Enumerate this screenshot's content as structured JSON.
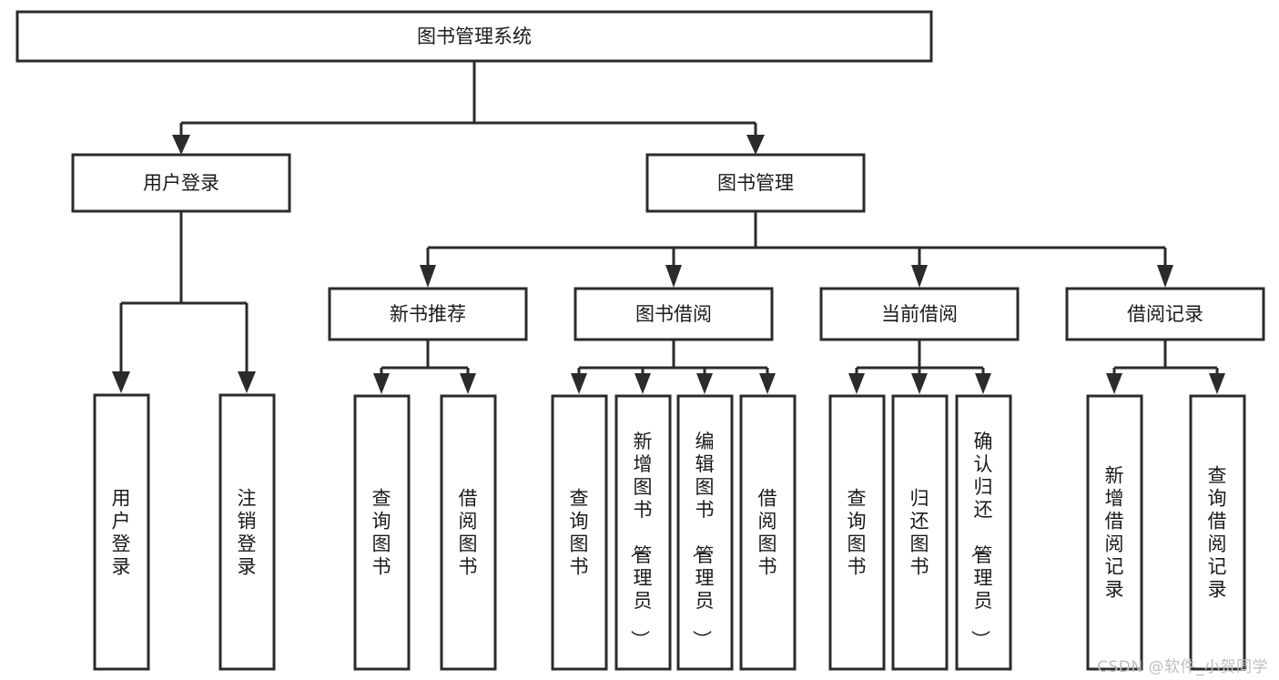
{
  "diagram": {
    "type": "tree-hierarchy",
    "title": "图书管理系统",
    "root": {
      "id": "root",
      "label": "图书管理系统",
      "orientation": "horizontal"
    },
    "level1": [
      {
        "id": "user-login",
        "label": "用户登录",
        "orientation": "horizontal"
      },
      {
        "id": "book-manage",
        "label": "图书管理",
        "orientation": "horizontal"
      }
    ],
    "level2": [
      {
        "id": "new-book-recommend",
        "label": "新书推荐",
        "orientation": "horizontal",
        "parent": "book-manage"
      },
      {
        "id": "book-borrow",
        "label": "图书借阅",
        "orientation": "horizontal",
        "parent": "book-manage"
      },
      {
        "id": "current-borrow",
        "label": "当前借阅",
        "orientation": "horizontal",
        "parent": "book-manage"
      },
      {
        "id": "borrow-record",
        "label": "借阅记录",
        "orientation": "horizontal",
        "parent": "book-manage"
      }
    ],
    "leaves": [
      {
        "id": "leaf-user-login",
        "label": "用户登录",
        "parent": "user-login",
        "orientation": "vertical"
      },
      {
        "id": "leaf-logout-login",
        "label": "注销登录",
        "parent": "user-login",
        "orientation": "vertical"
      },
      {
        "id": "leaf-query-book-1",
        "label": "查询图书",
        "parent": "new-book-recommend",
        "orientation": "vertical"
      },
      {
        "id": "leaf-borrow-book-1",
        "label": "借阅图书",
        "parent": "new-book-recommend",
        "orientation": "vertical"
      },
      {
        "id": "leaf-query-book-2",
        "label": "查询图书",
        "parent": "book-borrow",
        "orientation": "vertical"
      },
      {
        "id": "leaf-add-book",
        "label": "新增图书（管理员）",
        "parent": "book-borrow",
        "orientation": "vertical"
      },
      {
        "id": "leaf-edit-book",
        "label": "编辑图书（管理员）",
        "parent": "book-borrow",
        "orientation": "vertical"
      },
      {
        "id": "leaf-borrow-book-2",
        "label": "借阅图书",
        "parent": "book-borrow",
        "orientation": "vertical"
      },
      {
        "id": "leaf-query-book-3",
        "label": "查询图书",
        "parent": "current-borrow",
        "orientation": "vertical"
      },
      {
        "id": "leaf-return-book",
        "label": "归还图书",
        "parent": "current-borrow",
        "orientation": "vertical"
      },
      {
        "id": "leaf-confirm-return",
        "label": "确认归还（管理员）",
        "parent": "current-borrow",
        "orientation": "vertical"
      },
      {
        "id": "leaf-add-record",
        "label": "新增借阅记录",
        "parent": "borrow-record",
        "orientation": "vertical"
      },
      {
        "id": "leaf-query-record",
        "label": "查询借阅记录",
        "parent": "borrow-record",
        "orientation": "vertical"
      }
    ],
    "colors": {
      "stroke": "#2b2b2b",
      "fill": "#ffffff",
      "text": "#1a1a1a",
      "background": "#ffffff",
      "watermark": "#bdbdbd"
    }
  },
  "watermark": {
    "text": "CSDN @软件_小贺同学"
  }
}
